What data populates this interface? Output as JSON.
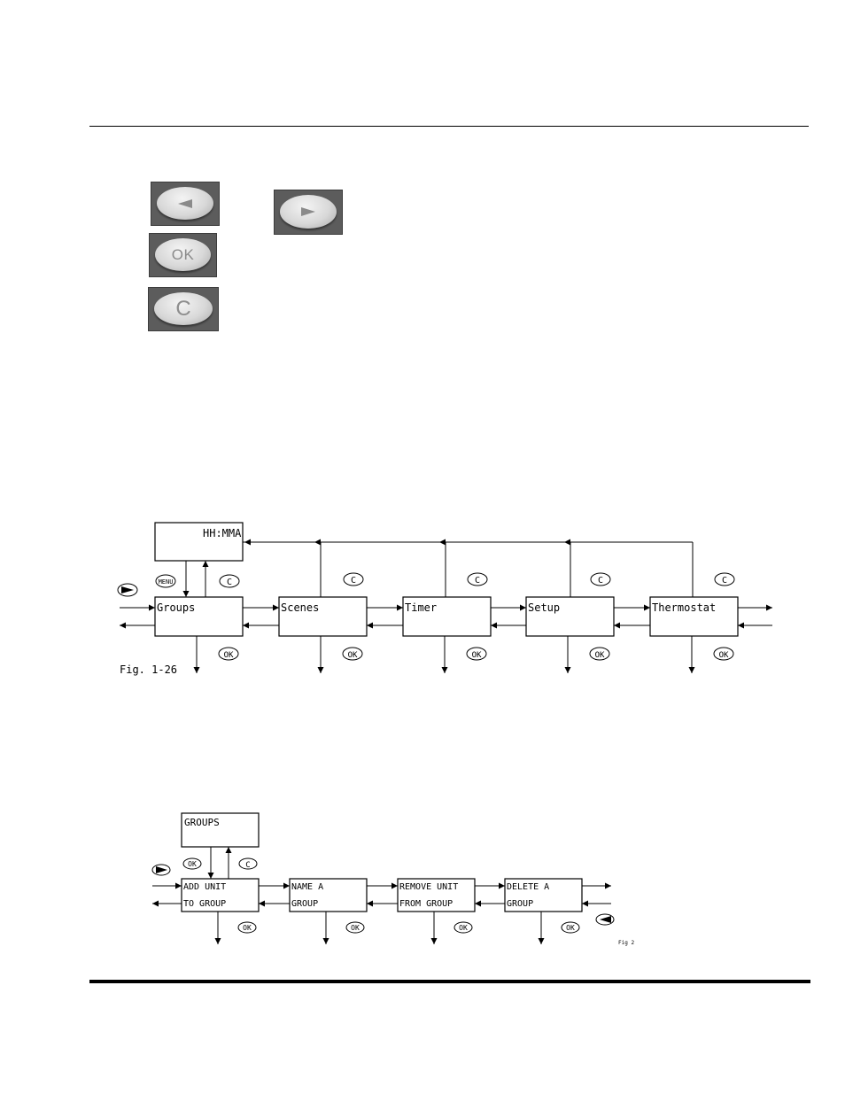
{
  "buttons": {
    "left_arrow": {
      "icon": "left-arrow-icon"
    },
    "right_arrow": {
      "icon": "right-arrow-icon"
    },
    "ok": {
      "label": "OK"
    },
    "clear": {
      "label": "C"
    }
  },
  "diagram1": {
    "display_box": "HH:MMA",
    "menu_boxes": [
      "Groups",
      "Scenes",
      "Timer",
      "Setup",
      "Thermostat"
    ],
    "menu_key": "MENU",
    "ok_key": "OK",
    "clear_key": "C",
    "caption": "Fig. 1-26"
  },
  "diagram2": {
    "title_box": "GROUPS",
    "items": [
      {
        "line1": "ADD UNIT",
        "line2": "TO GROUP"
      },
      {
        "line1": "NAME A",
        "line2": "GROUP"
      },
      {
        "line1": "REMOVE UNIT",
        "line2": "FROM GROUP"
      },
      {
        "line1": "DELETE A",
        "line2": "GROUP"
      }
    ],
    "ok_key": "OK",
    "clear_key": "C",
    "caption": "Fig 2"
  },
  "colors": {
    "ink": "#000000",
    "button_bg": "#5c5c5c",
    "button_face": "#d8d8d8"
  }
}
